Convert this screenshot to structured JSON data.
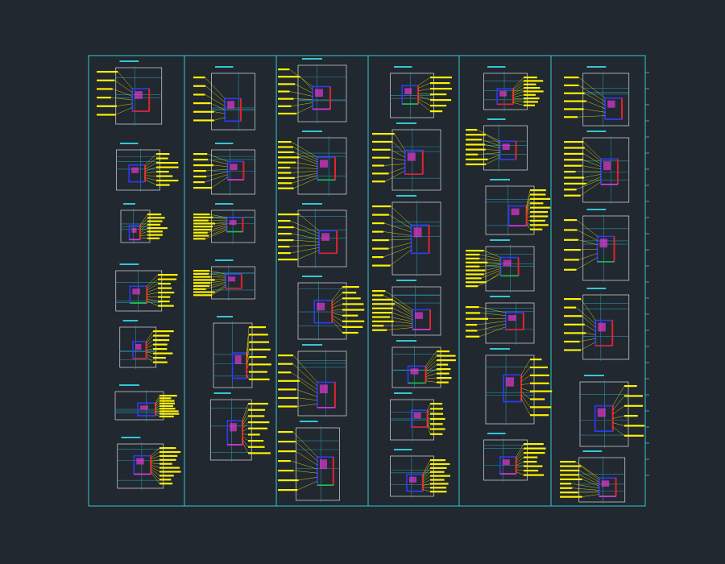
{
  "colors": {
    "background": "#212830",
    "frame": "#34c7d4",
    "outline": "#d9dde2",
    "callout": "#fff200",
    "accent_red": "#e3232b",
    "accent_blue": "#2b3cf0",
    "accent_magenta": "#e236d6",
    "accent_green": "#23c23a",
    "grid_line": "#2a8fa6"
  },
  "sheet": {
    "columns": 6,
    "details_per_column": [
      7,
      6,
      6,
      7,
      7,
      6
    ]
  }
}
